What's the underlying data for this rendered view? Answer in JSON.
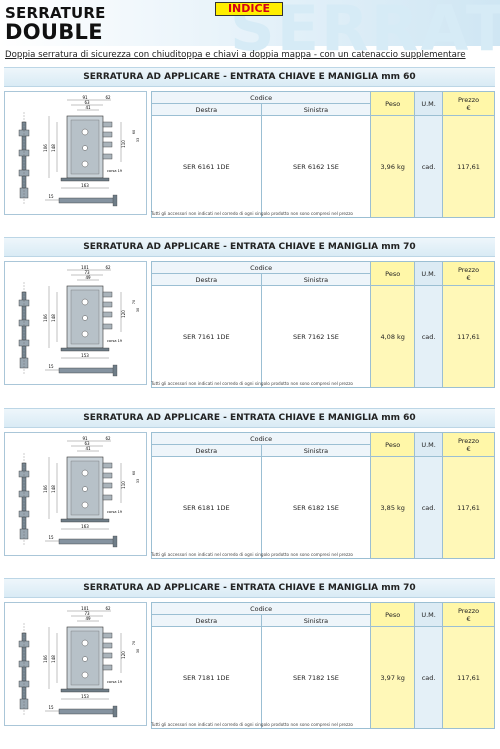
{
  "header": {
    "title_line1": "SERRATURE",
    "title_line2": "DOUBLE",
    "watermark": "SERRAT",
    "index_button": "INDICE",
    "subtitle": "Doppia serratura di sicurezza con chiuditoppa e chiavi a doppia mappa - con un catenaccio supplementare"
  },
  "table_headers": {
    "codice": "Codice",
    "destra": "Destra",
    "sinistra": "Sinistra",
    "peso": "Peso",
    "um": "U.M.",
    "prezzo_line1": "Prezzo",
    "prezzo_line2": "€"
  },
  "note": "Tutti gli accessori non indicati nel corredo di ogni singolo prodotto non sono compresi nel prezzo",
  "sections": [
    {
      "title": "SERRATURA AD APPLICARE - ENTRATA CHIAVE E MANIGLIA mm 60",
      "destra": "SER 6161 1DE",
      "sinistra": "SER 6162 1SE",
      "peso": "3,96 kg",
      "um": "cad.",
      "prezzo": "117,61",
      "dims": {
        "top1": "91",
        "top2": "62",
        "top3": "63",
        "top4": "41",
        "left1": "106",
        "left2": "148",
        "side1": "110",
        "bottom": "163",
        "bottom2": "15",
        "corsa": "corsa 19",
        "d1": "60",
        "d2": "33"
      }
    },
    {
      "title": "SERRATURA AD APPLICARE - ENTRATA CHIAVE E MANIGLIA mm 70",
      "destra": "SER 7161 1DE",
      "sinistra": "SER 7162 1SE",
      "peso": "4,08 kg",
      "um": "cad.",
      "prezzo": "117,61",
      "dims": {
        "top1": "101",
        "top2": "62",
        "top3": "73",
        "top4": "49",
        "left1": "106",
        "left2": "148",
        "side1": "120",
        "bottom": "153",
        "bottom2": "15",
        "corsa": "corsa 19",
        "d1": "70",
        "d2": "30"
      }
    },
    {
      "title": "SERRATURA AD APPLICARE - ENTRATA CHIAVE E MANIGLIA mm 60",
      "destra": "SER 6181 1DE",
      "sinistra": "SER 6182 1SE",
      "peso": "3,85 kg",
      "um": "cad.",
      "prezzo": "117,61",
      "dims": {
        "top1": "91",
        "top2": "62",
        "top3": "63",
        "top4": "41",
        "left1": "106",
        "left2": "148",
        "side1": "110",
        "bottom": "163",
        "bottom2": "15",
        "corsa": "corsa 19",
        "d1": "60",
        "d2": "33"
      }
    },
    {
      "title": "SERRATURA AD APPLICARE - ENTRATA CHIAVE E MANIGLIA mm 70",
      "destra": "SER 7181 1DE",
      "sinistra": "SER 7182 1SE",
      "peso": "3,97 kg",
      "um": "cad.",
      "prezzo": "117,61",
      "dims": {
        "top1": "101",
        "top2": "62",
        "top3": "73",
        "top4": "49",
        "left1": "106",
        "left2": "148",
        "side1": "120",
        "bottom": "153",
        "bottom2": "15",
        "corsa": "corsa 19",
        "d1": "70",
        "d2": "30"
      }
    }
  ]
}
